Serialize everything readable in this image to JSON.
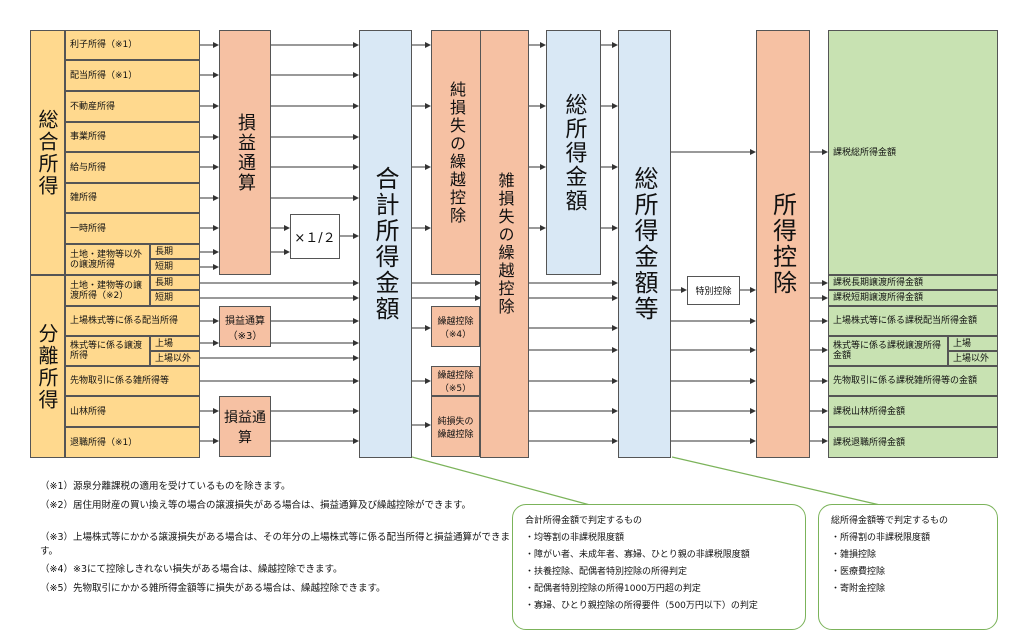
{
  "groups": {
    "sogo": "総合所得",
    "bunri": "分離所得"
  },
  "income": {
    "rishi": "利子所得（※1）",
    "haito": "配当所得（※1）",
    "fudosan": "不動産所得",
    "jigyo": "事業所得",
    "kyuyo": "給与所得",
    "zatsu": "雑所得",
    "ichiji": "一時所得",
    "tochi1": "土地・建物等以外の譲渡所得",
    "tochi2": "土地・建物等の譲渡所得（※2）",
    "jojo": "上場株式等に係る配当所得",
    "kabu": "株式等に係る譲渡所得",
    "sakimono": "先物取引に係る雑所得等",
    "sanrin": "山林所得",
    "taishoku": "退職所得（※1）"
  },
  "terms": {
    "choki": "長期",
    "tanki": "短期",
    "jojo": "上場",
    "jojoigai": "上場以外"
  },
  "process": {
    "soneki": "損益通算",
    "half": "×１/２",
    "soneki3": "損益通算（※3）",
    "soneki_b": "損益通算",
    "gokei": "合計所得金額",
    "junson": "純損失の繰越控除",
    "zatsuson": "雑損失の繰越控除",
    "kurikoshi4": "繰越控除（※4）",
    "kurikoshi5": "繰越控除（※5）",
    "junson_b": "純損失の繰越控除",
    "soshotoku": "総所得金額",
    "soshotoku_to": "総所得金額等",
    "tokubetsu": "特別控除",
    "shotoku_kojo": "所得控除"
  },
  "results": {
    "r1": "課税総所得金額",
    "r2": "課税長期譲渡所得金額",
    "r3": "課税短期譲渡所得金額",
    "r4": "上場株式等に係る課税配当所得金額",
    "r5": "株式等に係る課税譲渡所得金額",
    "r5a": "上場",
    "r5b": "上場以外",
    "r6": "先物取引に係る課税雑所得等の金額",
    "r7": "課税山林所得金額",
    "r8": "課税退職所得金額"
  },
  "notes": [
    "（※1）源泉分離課税の適用を受けているものを除きます。",
    "（※2）居住用財産の買い換え等の場合の譲渡損失がある場合は、損益通算及び繰越控除ができます。",
    "（※3）上場株式等にかかる譲渡損失がある場合は、その年分の上場株式等に係る配当所得と損益通算ができます。",
    "（※4）※3にて控除しきれない損失がある場合は、繰越控除できます。",
    "（※5）先物取引にかかる雑所得金額等に損失がある場合は、繰越控除できます。"
  ],
  "box_gokei": {
    "title": "合計所得金額で判定するもの",
    "items": [
      "・均等割の非課税限度額",
      "・障がい者、未成年者、寡婦、ひとり親の非課税限度額",
      "・扶養控除、配偶者特別控除の所得判定",
      "・配偶者特別控除の所得1000万円超の判定",
      "・寡婦、ひとり親控除の所得要件（500万円以下）の判定"
    ]
  },
  "box_soshotoku": {
    "title": "総所得金額等で判定するもの",
    "items": [
      "・所得割の非課税限度額",
      "・雑損控除",
      "・医療費控除",
      "・寄附金控除"
    ]
  },
  "colors": {
    "yellow": "#ffd98e",
    "orange": "#f6c1a3",
    "blue": "#d9e8f5",
    "green": "#c8e2b2",
    "note_border": "#7bb35a"
  }
}
